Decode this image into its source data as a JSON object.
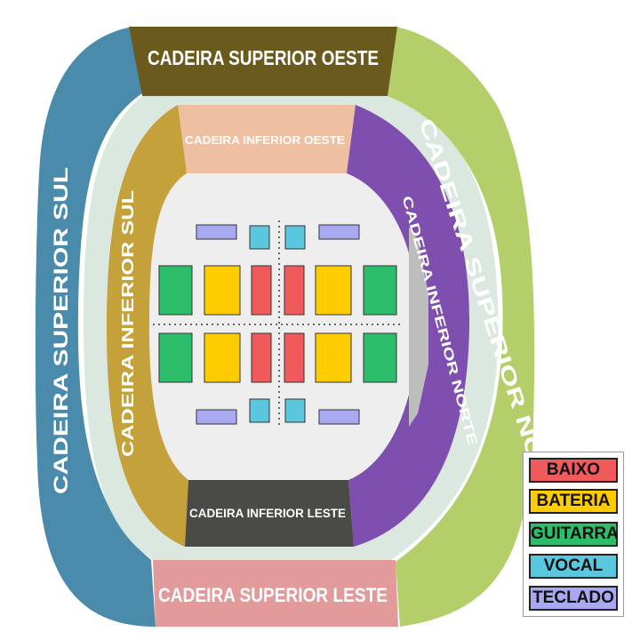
{
  "sections": {
    "superior_oeste": "CADEIRA SUPERIOR OESTE",
    "superior_sul": "CADEIRA SUPERIOR SUL",
    "superior_norte": "CADEIRA SUPERIOR NORTE",
    "superior_leste": "CADEIRA SUPERIOR LESTE",
    "inferior_oeste": "CADEIRA INFERIOR OESTE",
    "inferior_sul": "CADEIRA INFERIOR SUL",
    "inferior_norte": "CADEIRA INFERIOR NORTE",
    "inferior_leste": "CADEIRA INFERIOR LESTE"
  },
  "colors": {
    "superior_sul": "#4a8bab",
    "superior_oeste": "#6b5a1e",
    "superior_norte": "#b4cf6a",
    "superior_leste": "#e39a9a",
    "inferior_sul": "#c4a13a",
    "inferior_oeste": "#eebfa0",
    "inferior_norte": "#7f4fb0",
    "inferior_leste": "#4a4a46",
    "ring": "#dbe8e0",
    "field": "#eeeeee"
  },
  "legend": [
    {
      "label": "BAIXO",
      "color": "#f05a5a"
    },
    {
      "label": "BATERIA",
      "color": "#ffcc00"
    },
    {
      "label": "GUITARRA",
      "color": "#2ebd6b"
    },
    {
      "label": "VOCAL",
      "color": "#5bc7de"
    },
    {
      "label": "TECLADO",
      "color": "#a9a9f2"
    }
  ]
}
